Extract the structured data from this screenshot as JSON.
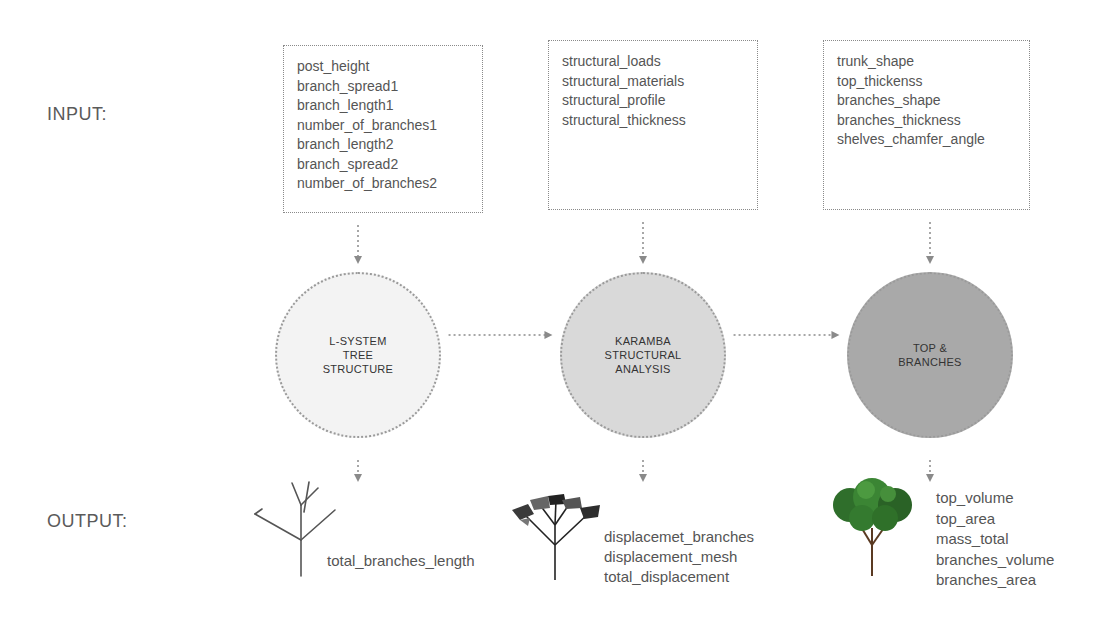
{
  "diagram": {
    "nodes": [
      {
        "text": [
          "post_height",
          "branch_spread1",
          "branch_length1",
          "number_of_branches1",
          "branch_length2",
          "branch_spread2",
          "number_of_branches2"
        ]
      },
      {
        "text": [
          "structural_loads",
          "structural_materials",
          "structural_profile",
          "structural_thickness"
        ]
      },
      {
        "text": [
          "trunk_shape",
          "top_thickenss",
          "branches_shape",
          "branches_thickness",
          "shelves_chamfer_angle"
        ]
      },
      {
        "text": [
          "L-SYSTEM TREE STRUCTURE"
        ]
      },
      {
        "text": [
          "KARAMBA STRUCTURAL ANALYSIS"
        ]
      },
      {
        "text": [
          "TOP & BRANCHES"
        ]
      }
    ],
    "edges": [
      {
        "from": 0,
        "to": 3,
        "arrow": "to"
      },
      {
        "from": 1,
        "to": 4,
        "arrow": "to"
      },
      {
        "from": 2,
        "to": 5,
        "arrow": "to"
      },
      {
        "from": 3,
        "to": 4,
        "arrow": "to"
      },
      {
        "from": 4,
        "to": 5,
        "arrow": "to"
      }
    ],
    "labels": [
      "INPUT:",
      "OUTPUT:",
      "total_branches_length",
      "displacemet_branches",
      "displacement_mesh",
      "total_displacement",
      "top_volume",
      "top_area",
      "mass_total",
      "branches_volume",
      "branches_area"
    ]
  }
}
